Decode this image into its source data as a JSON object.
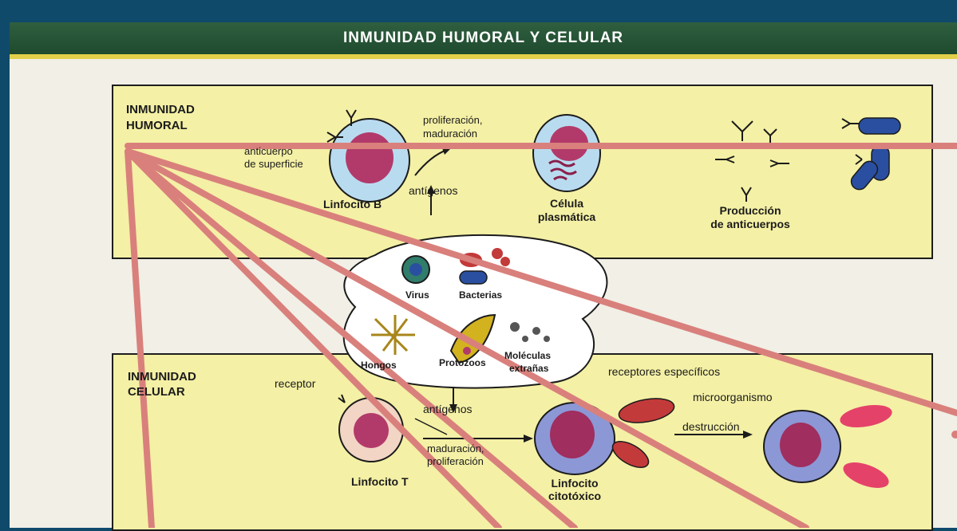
{
  "banner": {
    "title": "INMUNIDAD HUMORAL Y CELULAR"
  },
  "humoral": {
    "title_line1": "INMUNIDAD",
    "title_line2": "HUMORAL",
    "surface_antibody_line1": "anticuerpo",
    "surface_antibody_line2": "de superficie",
    "cell_b": "Linfocito B",
    "process_line1": "proliferación,",
    "process_line2": "maduración",
    "antigens": "antígenos",
    "plasma_line1": "Célula",
    "plasma_line2": "plasmática",
    "production_line1": "Producción",
    "production_line2": "de anticuerpos"
  },
  "pathogens": {
    "virus": "Virus",
    "bacteria": "Bacterias",
    "fungi": "Hongos",
    "protozoa": "Protozoos",
    "molecules_line1": "Moléculas",
    "molecules_line2": "extrañas"
  },
  "cellular": {
    "title_line1": "INMUNIDAD",
    "title_line2": "CELULAR",
    "receptor": "receptor",
    "antigens": "antígenos",
    "process_line1": "maduración,",
    "process_line2": "proliferación",
    "cell_t": "Linfocito T",
    "specific_receptors": "receptores específicos",
    "microorganism": "microorganismo",
    "destruction": "destrucción",
    "cytotoxic_line1": "Linfocito",
    "cytotoxic_line2": "citotóxico"
  },
  "colors": {
    "background": "#0f4a6b",
    "panel": "#f4f0a5",
    "overlay_lines": "#d9807c",
    "banner": "#2a5a3a"
  }
}
